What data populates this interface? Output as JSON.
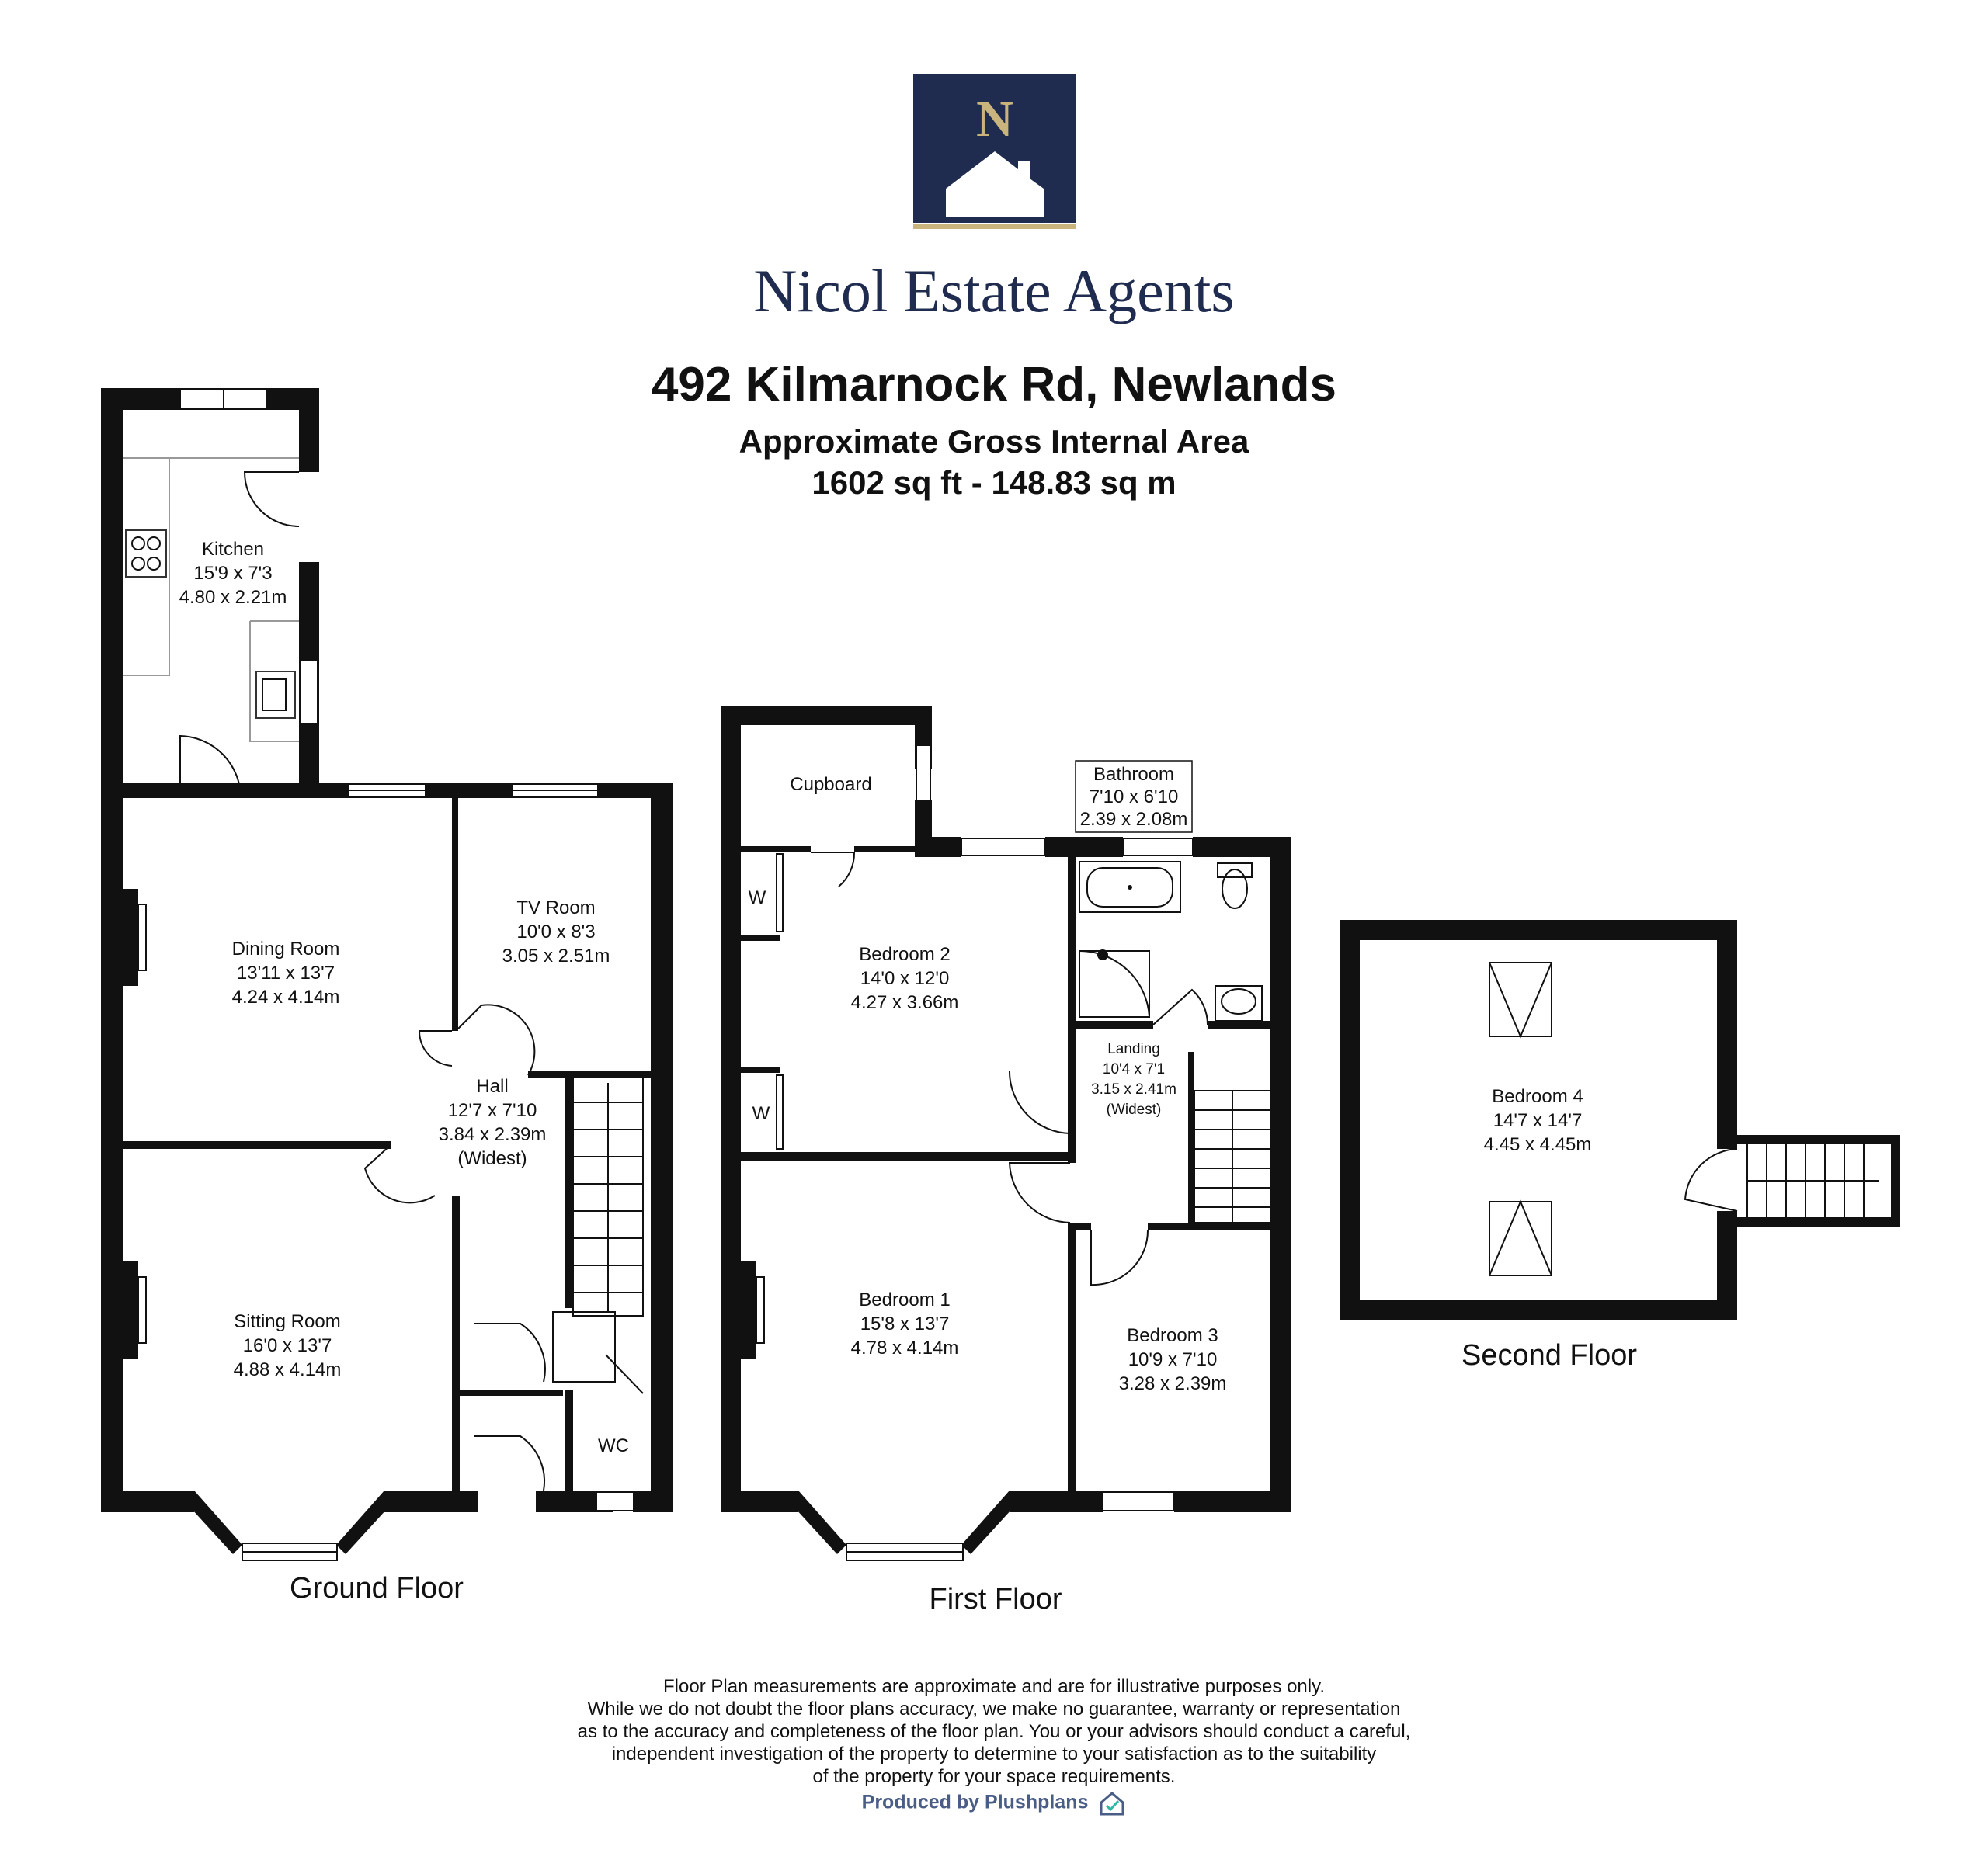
{
  "brand": {
    "logo_letter": "N",
    "name": "Nicol Estate Agents",
    "colors": {
      "navy": "#1f2c4f",
      "gold": "#c9b47e"
    }
  },
  "header": {
    "address": "492 Kilmarnock Rd, Newlands",
    "area_title": "Approximate Gross Internal Area",
    "area_value": "1602 sq ft -  148.83 sq m"
  },
  "ground_floor": {
    "label": "Ground Floor",
    "kitchen": {
      "name": "Kitchen",
      "imperial": "15'9 x 7'3",
      "metric": "4.80 x 2.21m"
    },
    "dining": {
      "name": "Dining Room",
      "imperial": "13'11 x 13'7",
      "metric": "4.24 x 4.14m"
    },
    "tv": {
      "name": "TV Room",
      "imperial": "10'0 x 8'3",
      "metric": "3.05 x 2.51m"
    },
    "hall": {
      "name": "Hall",
      "imperial": "12'7 x 7'10",
      "metric": "3.84 x 2.39m",
      "note": "(Widest)"
    },
    "sitting": {
      "name": "Sitting Room",
      "imperial": "16'0 x 13'7",
      "metric": "4.88 x 4.14m"
    },
    "wc": {
      "name": "WC"
    }
  },
  "first_floor": {
    "label": "First Floor",
    "cupboard": {
      "name": "Cupboard"
    },
    "bathroom": {
      "name": "Bathroom",
      "imperial": "7'10 x 6'10",
      "metric": "2.39 x 2.08m"
    },
    "bedroom2": {
      "name": "Bedroom 2",
      "imperial": "14'0 x 12'0",
      "metric": "4.27 x 3.66m"
    },
    "landing": {
      "name": "Landing",
      "imperial": "10'4 x 7'1",
      "metric": "3.15 x 2.41m",
      "note": "(Widest)"
    },
    "bedroom1": {
      "name": "Bedroom 1",
      "imperial": "15'8 x 13'7",
      "metric": "4.78 x 4.14m"
    },
    "bedroom3": {
      "name": "Bedroom 3",
      "imperial": "10'9 x 7'10",
      "metric": "3.28 x 2.39m"
    },
    "wardrobe": "W"
  },
  "second_floor": {
    "label": "Second Floor",
    "bedroom4": {
      "name": "Bedroom 4",
      "imperial": "14'7 x 14'7",
      "metric": "4.45 x 4.45m"
    }
  },
  "footer": {
    "disclaimer": [
      "Floor Plan measurements are approximate and are for illustrative purposes only.",
      "While we do not doubt the floor plans accuracy, we make no guarantee, warranty or representation",
      "as to the accuracy and completeness of the floor plan. You or your advisors should conduct a careful,",
      "independent investigation of the property to determine to your satisfaction as to the suitability",
      "of the property for your space requirements."
    ],
    "produced_by": "Produced by Plushplans"
  }
}
